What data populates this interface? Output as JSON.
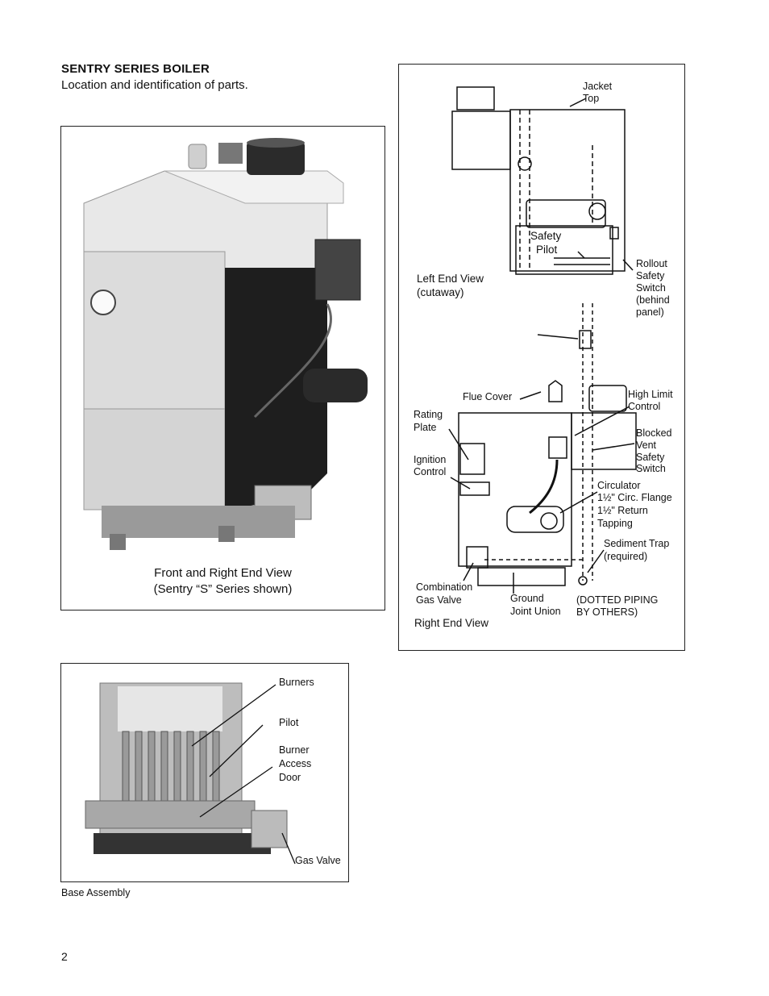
{
  "header": {
    "title": "SENTRY SERIES BOILER",
    "subtitle": "Location and identification of parts."
  },
  "front_view": {
    "caption_line1": "Front and Right End View",
    "caption_line2": "(Sentry “S” Series shown)"
  },
  "diagram": {
    "jacket_top": [
      "Jacket",
      "Top"
    ],
    "safety_pilot": [
      "Safety",
      "Pilot"
    ],
    "rollout_switch": [
      "Rollout",
      "Safety",
      "Switch",
      "(behind",
      "panel)"
    ],
    "left_end_view": [
      "Left End View",
      "(cutaway)"
    ],
    "flue_cover": "Flue Cover",
    "high_limit": [
      "High Limit",
      "Control"
    ],
    "rating_plate": [
      "Rating",
      "Plate"
    ],
    "blocked_vent": [
      "Blocked",
      "Vent",
      "Safety",
      "Switch"
    ],
    "ignition_control": [
      "Ignition",
      "Control"
    ],
    "circulator": [
      "Circulator",
      "1½\" Circ. Flange",
      "1½\" Return",
      "Tapping"
    ],
    "sediment_trap": [
      "Sediment Trap",
      "(required)"
    ],
    "combination_gas_valve": [
      "Combination",
      "Gas Valve"
    ],
    "ground_joint_union": [
      "Ground",
      "Joint Union"
    ],
    "dotted_piping": [
      "(DOTTED PIPING",
      "BY OTHERS)"
    ],
    "right_end_view": "Right End View"
  },
  "base_assembly": {
    "burners": "Burners",
    "pilot": "Pilot",
    "burner_access_door": [
      "Burner",
      "Access",
      "Door"
    ],
    "gas_valve": "Gas Valve",
    "caption": "Base Assembly"
  },
  "page_number": "2"
}
